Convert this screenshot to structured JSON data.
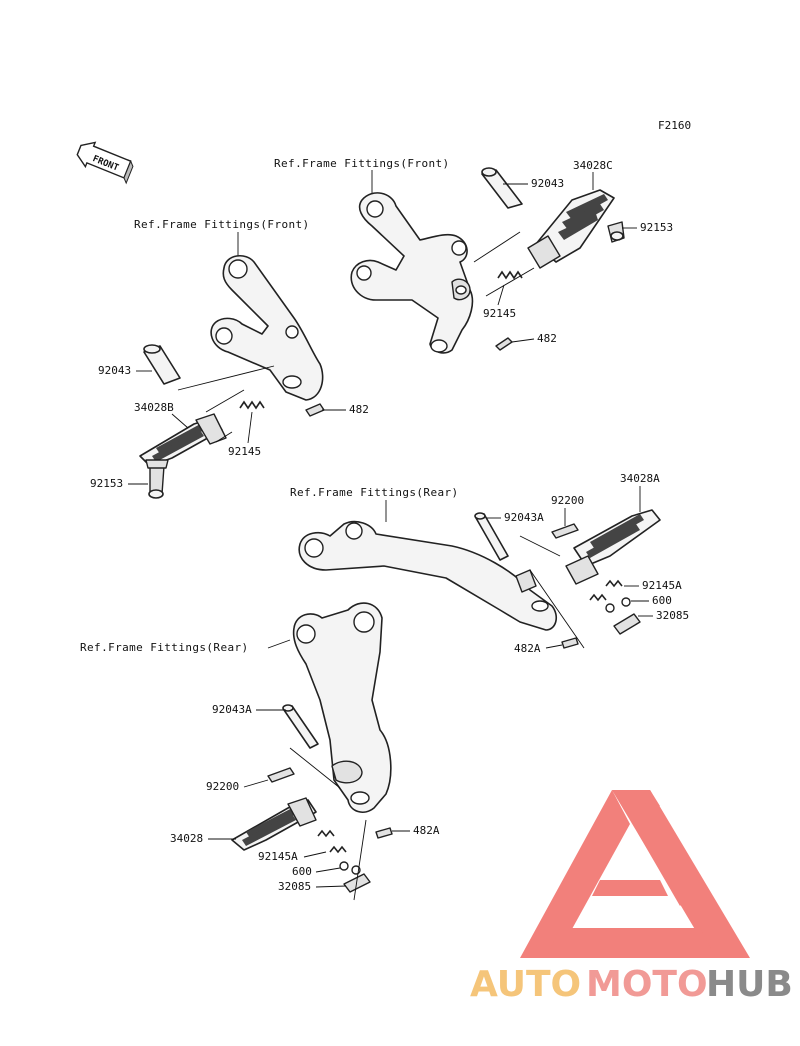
{
  "figure_code": "F2160",
  "front_arrow": "FRONT",
  "refs": {
    "frame_front_upper": "Ref.Frame Fittings(Front)",
    "frame_front_left": "Ref.Frame Fittings(Front)",
    "frame_rear_upper": "Ref.Frame Fittings(Rear)",
    "frame_rear_lower": "Ref.Frame Fittings(Rear)"
  },
  "parts": {
    "p92043_a": "92043",
    "p34028C": "34028C",
    "p92153_a": "92153",
    "p92145_a": "92145",
    "p482_a": "482",
    "p92043_b": "92043",
    "p34028B": "34028B",
    "p92145_b": "92145",
    "p482_b": "482",
    "p92153_b": "92153",
    "p34028A": "34028A",
    "p92200_a": "92200",
    "p92043A_a": "92043A",
    "p92145A_a": "92145A",
    "p600_a": "600",
    "p32085_a": "32085",
    "p482A_a": "482A",
    "p92043A_b": "92043A",
    "p92200_b": "92200",
    "p34028": "34028",
    "p92145A_b": "92145A",
    "p600_b": "600",
    "p32085_b": "32085",
    "p482A_b": "482A"
  },
  "watermark": {
    "text_auto": "AUTO",
    "text_moto": "MOTO",
    "text_hub": "HUB",
    "color_auto": "#f5c57a",
    "color_moto": "#f19a96",
    "color_hub": "#8a8a8a",
    "color_logo": "#f06a64"
  }
}
